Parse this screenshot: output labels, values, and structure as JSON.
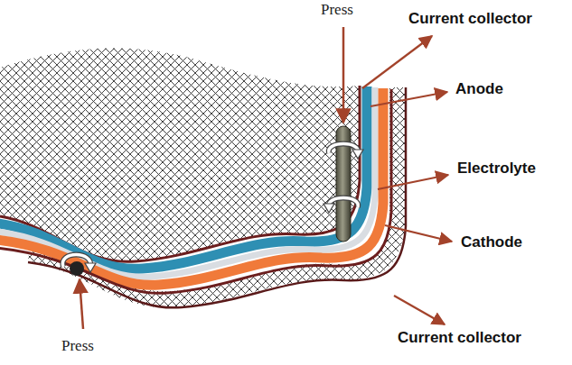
{
  "diagram": {
    "labels": [
      "Press",
      "Current collector",
      "Anode",
      "Electrolyte",
      "Cathode",
      "Current collector",
      "Press"
    ]
  }
}
